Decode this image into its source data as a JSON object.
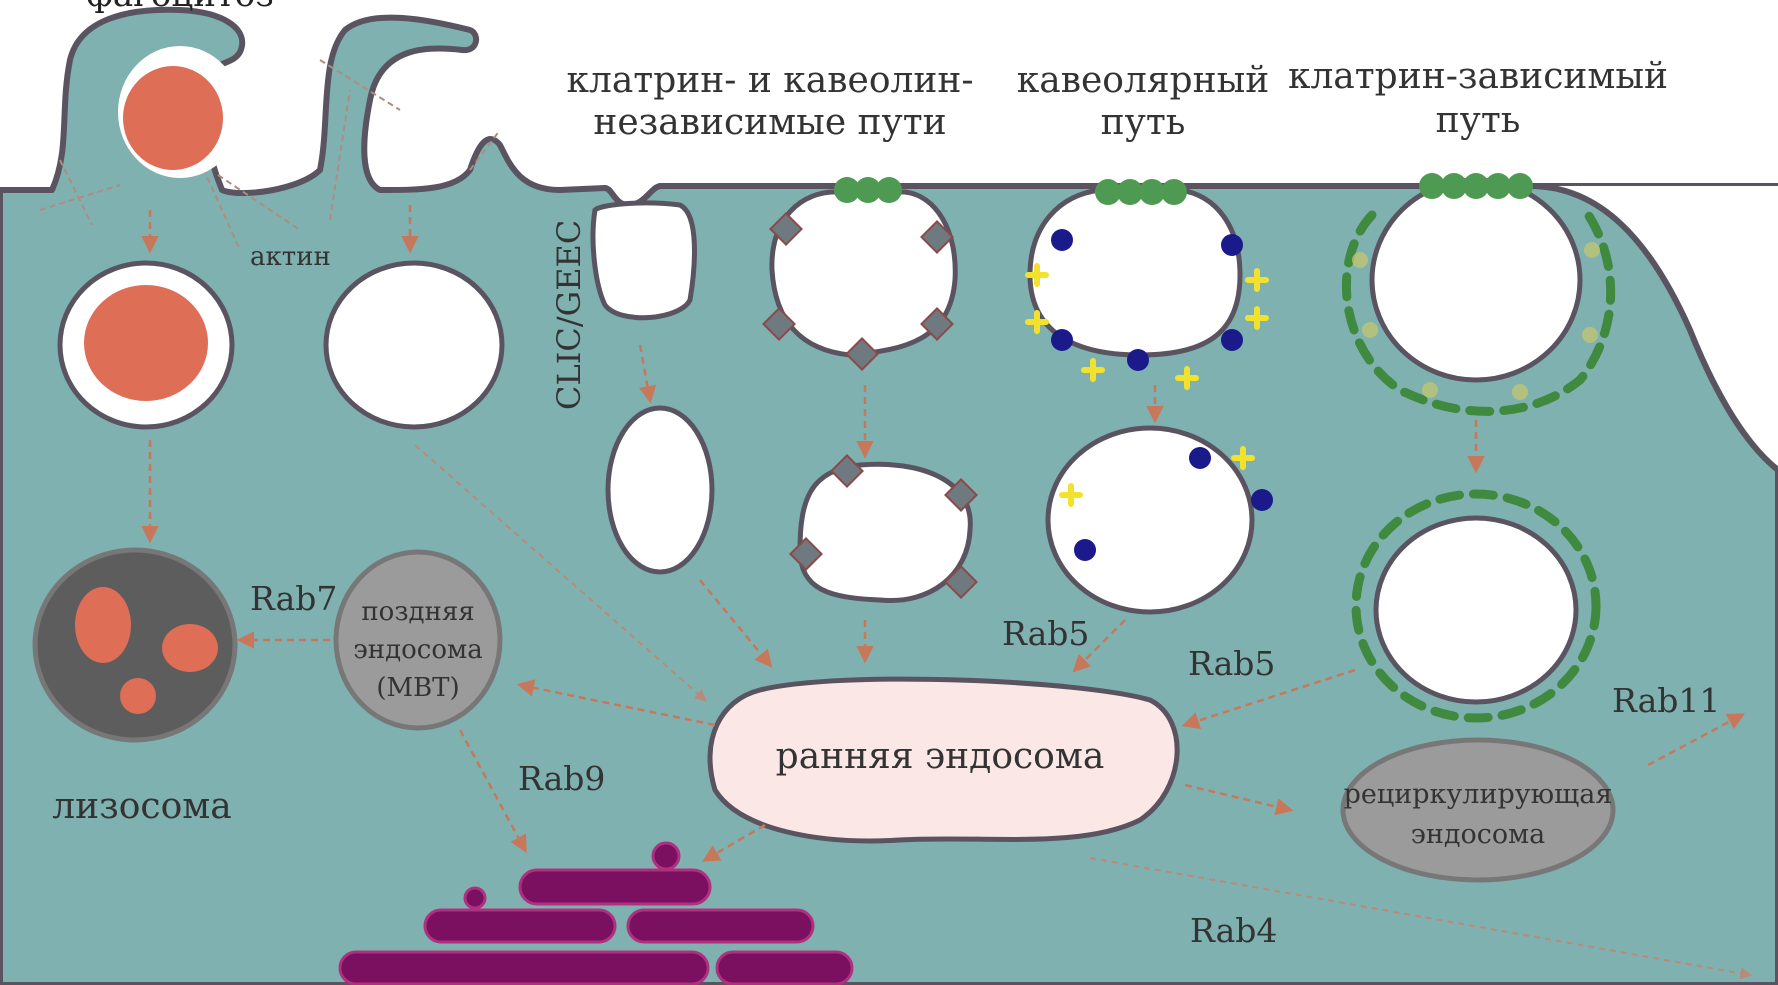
{
  "labels": {
    "phagocytosis_partial": "фагоцитоз",
    "actin": "актин",
    "clic_geec": "CLIC/GEEC",
    "independent_line1": "клатрин- и кавеолин-",
    "independent_line2": "независимые пути",
    "caveolar_line1": "кавеолярный",
    "caveolar_line2": "путь",
    "clathrin_line1": "клатрин-зависимый",
    "clathrin_line2": "путь",
    "late_endosome_line1": "поздняя",
    "late_endosome_line2": "эндосома",
    "late_endosome_line3": "(MBT)",
    "lysosome": "лизосома",
    "early_endosome": "ранняя эндосома",
    "recycling_line1": "рециркулирующая",
    "recycling_line2": "эндосома",
    "rab7": "Rab7",
    "rab9": "Rab9",
    "rab5_left": "Rab5",
    "rab5_right": "Rab5",
    "rab11": "Rab11",
    "rab4": "Rab4"
  },
  "colors": {
    "cytoplasm": "#7fb1b1",
    "membrane": "#5a5460",
    "arrow": "#c8785a",
    "particle": "#de6e56",
    "early_endosome": "#fbe7e5",
    "late_endosome": "#9b9b9b",
    "lysosome": "#5d5d5d",
    "golgi": "#7b1060",
    "caveolin_cap": "#4f9a52",
    "marker_diamond": "#6f7a80",
    "marker_dot": "#1a1a8a",
    "marker_cross": "#f2e22e",
    "clathrin_coat": "#3f8a3f"
  }
}
